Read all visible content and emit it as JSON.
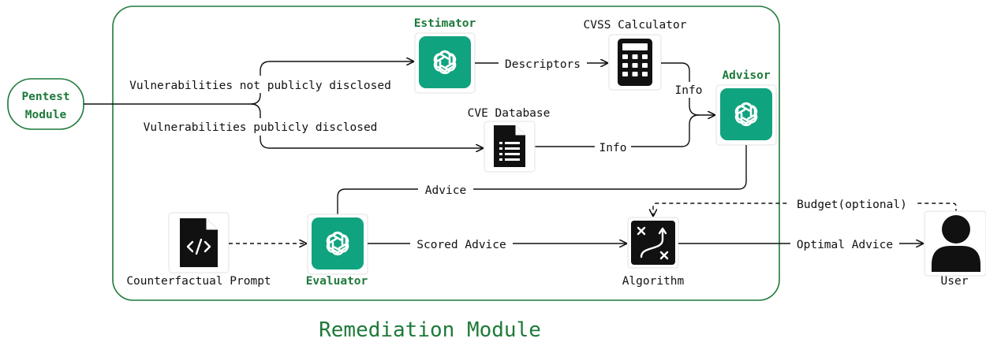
{
  "colors": {
    "accent_green": "#1e7a3a",
    "openai_teal": "#10a37f",
    "line": "#111111"
  },
  "pentest": {
    "line1": "Pentest",
    "line2": "Module"
  },
  "nodes": {
    "estimator": "Estimator",
    "cvss_calculator": "CVSS Calculator",
    "advisor": "Advisor",
    "cve_database": "CVE Database",
    "evaluator": "Evaluator",
    "counterfactual_prompt": "Counterfactual Prompt",
    "algorithm": "Algorithm",
    "user": "User"
  },
  "edges": {
    "not_disclosed": "Vulnerabilities not publicly disclosed",
    "disclosed": "Vulnerabilities publicly disclosed",
    "descriptors": "Descriptors",
    "info_top": "Info",
    "info_bottom": "Info",
    "advice": "Advice",
    "budget": "Budget(optional)",
    "scored_advice": "Scored Advice",
    "optimal_advice": "Optimal Advice"
  },
  "module_title": "Remediation Module",
  "icons": {
    "estimator": "openai-logo-icon",
    "advisor": "openai-logo-icon",
    "evaluator": "openai-logo-icon",
    "cvss": "calculator-icon",
    "cve": "document-icon",
    "prompt": "code-file-icon",
    "algorithm": "strategy-board-icon",
    "user": "user-icon"
  }
}
